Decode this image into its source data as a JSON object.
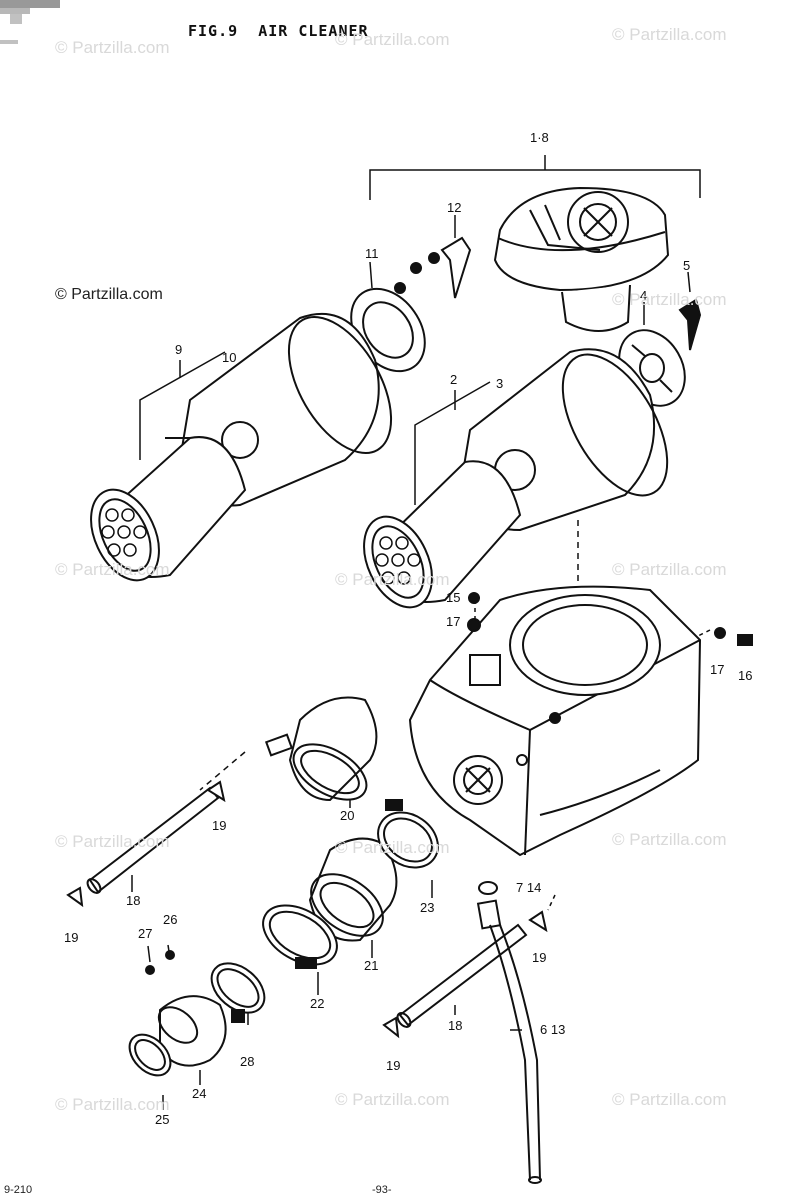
{
  "title": "FIG.9  AIR CLEANER",
  "watermark": "© Partzilla.com",
  "footer": {
    "left": "9-210",
    "center": "-93-"
  },
  "callouts": {
    "c1_8": "1·8",
    "c2": "2",
    "c3": "3",
    "c4": "4",
    "c5": "5",
    "c9": "9",
    "c10": "10",
    "c11": "11",
    "c12": "12",
    "c15": "15",
    "c17a": "17",
    "c17b": "17",
    "c16": "16",
    "c7_14": "7 14",
    "c6_13": "6 13",
    "c18a": "18",
    "c18b": "18",
    "c19a": "19",
    "c19b": "19",
    "c19c": "19",
    "c19d": "19",
    "c20": "20",
    "c21": "21",
    "c22": "22",
    "c23": "23",
    "c24": "24",
    "c25": "25",
    "c26": "26",
    "c27": "27",
    "c28": "28"
  }
}
